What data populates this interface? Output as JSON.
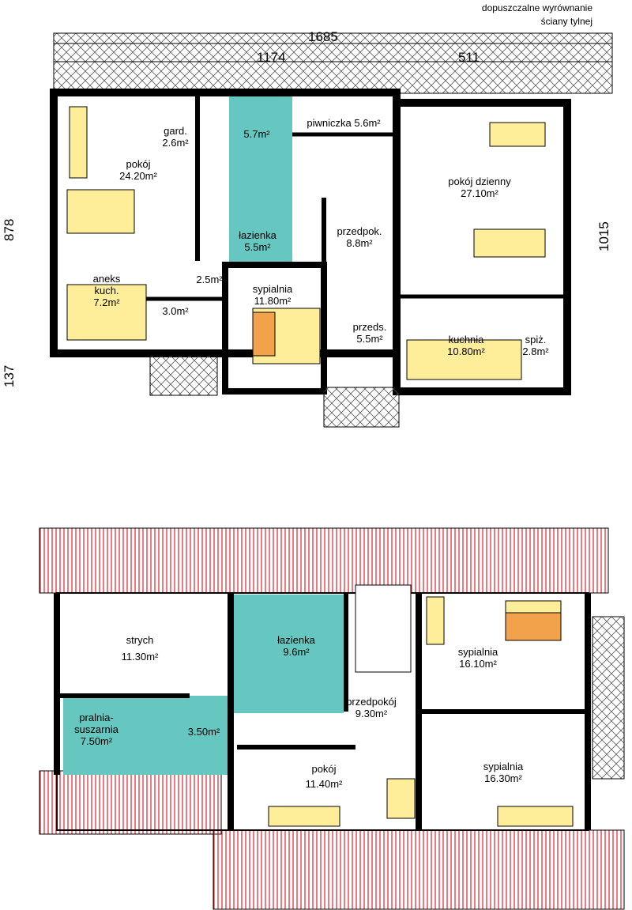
{
  "note": {
    "line1": "dopuszczalne wyrównanie",
    "line2": "ściany tylnej"
  },
  "dimensions": {
    "total_width": "1685",
    "left_width": "1174",
    "right_width": "511",
    "left_depth": "878",
    "porch_depth": "137",
    "right_depth": "1015"
  },
  "ground_floor": [
    {
      "name": "pokój",
      "area": "24.20m²"
    },
    {
      "name": "gard.",
      "area": "2.6m²"
    },
    {
      "name": "",
      "area": "5.7m²"
    },
    {
      "name": "piwniczka",
      "area": "5.6m²"
    },
    {
      "name": "pokój dzienny",
      "area": "27.10m²"
    },
    {
      "name": "łazienka",
      "area": "5.5m²"
    },
    {
      "name": "przedpok.",
      "area": "8.8m²"
    },
    {
      "name": "aneks\nkuch.",
      "area": "7.2m²"
    },
    {
      "name": "",
      "area": "2.5m²"
    },
    {
      "name": "",
      "area": "3.0m²"
    },
    {
      "name": "sypialnia",
      "area": "11.80m²"
    },
    {
      "name": "przeds.",
      "area": "5.5m²"
    },
    {
      "name": "kuchnia",
      "area": "10.80m²"
    },
    {
      "name": "spiż.",
      "area": "2.8m²"
    }
  ],
  "upper_floor": [
    {
      "name": "strych",
      "area": "11.30m²"
    },
    {
      "name": "łazienka",
      "area": "9.6m²"
    },
    {
      "name": "sypialnia",
      "area": "16.10m²"
    },
    {
      "name": "pralnia-\nsuszarnia",
      "area": "7.50m²"
    },
    {
      "name": "",
      "area": "3.50m²"
    },
    {
      "name": "przedpokój",
      "area": "9.30m²"
    },
    {
      "name": "pokój",
      "area": "11.40m²"
    },
    {
      "name": "sypialnia",
      "area": "16.30m²"
    }
  ],
  "colors": {
    "wall": "#000000",
    "bath": "#66c6c0",
    "furniture": "#ffee99",
    "roof": "#e0202a",
    "accent": "#f2a24a"
  }
}
